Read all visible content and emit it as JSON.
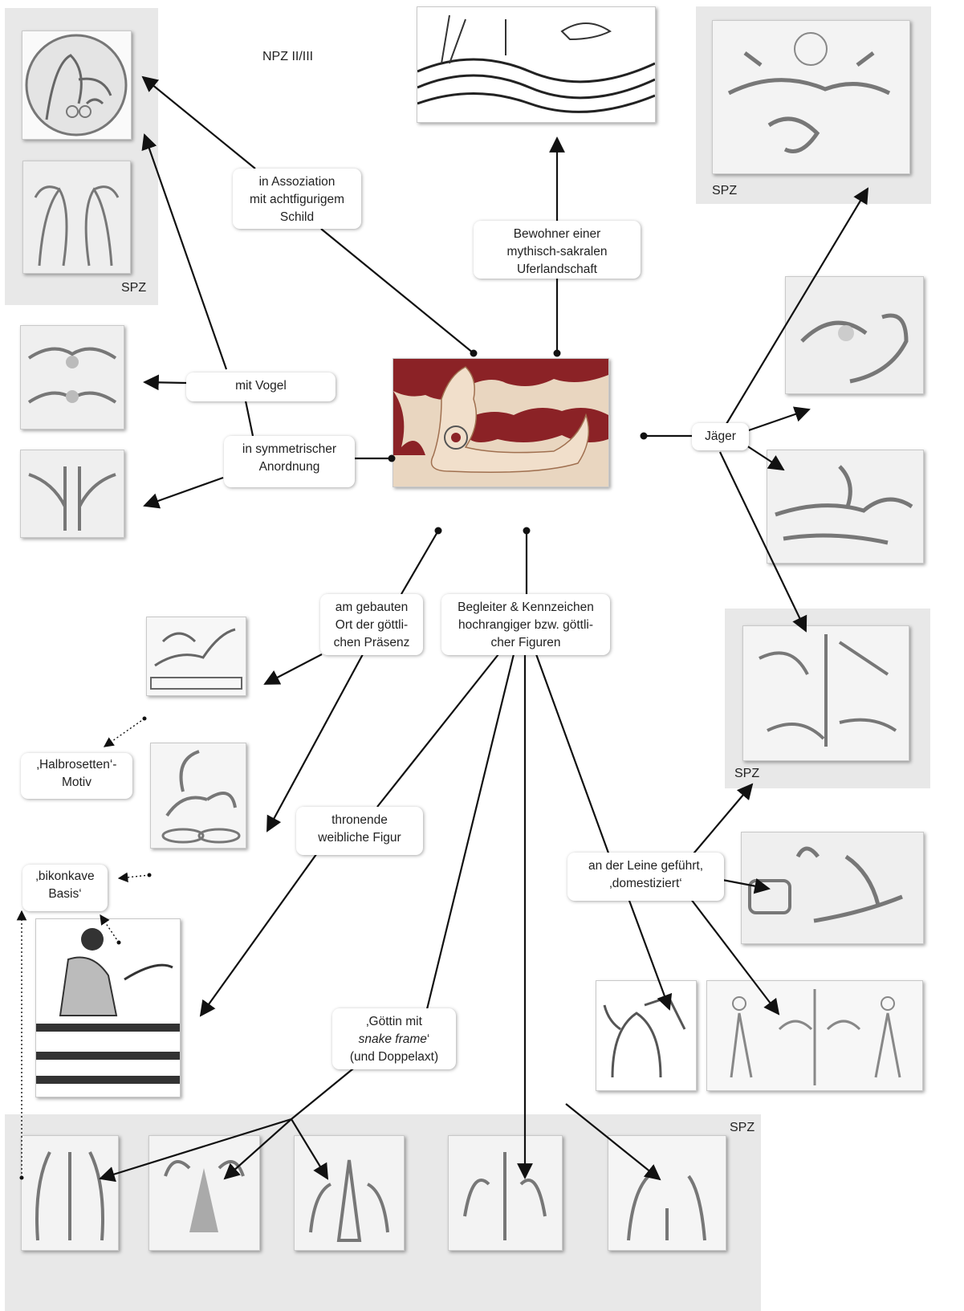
{
  "title": "NPZ II/III",
  "zone_label": "SPZ",
  "nodes": {
    "assoziation": [
      "in Assoziation",
      "mit achtfigurigem",
      "Schild"
    ],
    "bewohner": [
      "Bewohner einer",
      "mythisch-sakralen",
      "Uferlandschaft"
    ],
    "vogel": [
      "mit Vogel"
    ],
    "symmetrisch": [
      "in symmetrischer",
      "Anordnung"
    ],
    "jaeger": [
      "Jäger"
    ],
    "gebauten": [
      "am gebauten",
      "Ort der göttli-",
      "chen Präsenz"
    ],
    "begleiter": [
      "Begleiter & Kennzeichen",
      "hochrangiger bzw. göttli-",
      "cher Figuren"
    ],
    "halbrosetten": [
      "‚Halbrosetten‘-",
      "Motiv"
    ],
    "bikonkave": [
      "‚bikonkave",
      "Basis‘"
    ],
    "thronende": [
      "thronende",
      "weibliche Figur"
    ],
    "leine": [
      "an der Leine geführt,",
      "‚domestiziert‘"
    ],
    "goettin": {
      "line1": "‚Göttin mit",
      "line2_em": "snake frame",
      "line2_tail": "‘",
      "line3": "(und Doppelaxt)"
    }
  },
  "colors": {
    "zone": "#e8e8e8",
    "center_red": "#8b2226",
    "center_cream": "#e9d6c0",
    "arrow": "#111111"
  }
}
